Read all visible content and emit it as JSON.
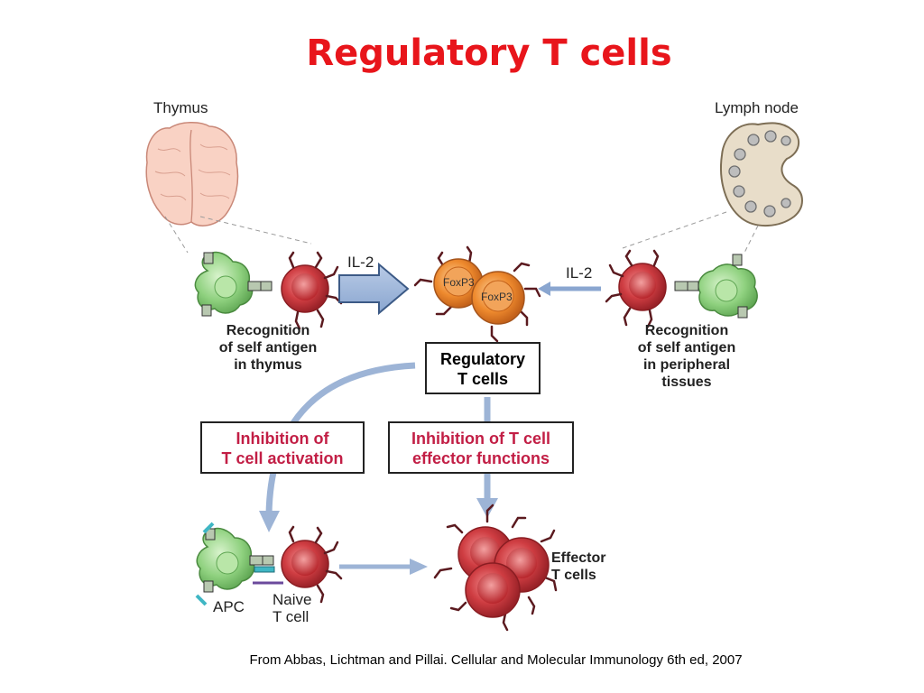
{
  "title": "Regulatory T cells",
  "labels": {
    "thymus": "Thymus",
    "lymph_node": "Lymph node",
    "il2_left": "IL-2",
    "il2_right": "IL-2",
    "foxp3_a": "FoxP3",
    "foxp3_b": "FoxP3",
    "recog_thymus": [
      "Recognition",
      "of self antigen",
      "in thymus"
    ],
    "recog_periph": [
      "Recognition",
      "of self antigen",
      "in peripheral",
      "tissues"
    ],
    "treg_box": [
      "Regulatory",
      "T cells"
    ],
    "inhibit_activation": [
      "Inhibition of",
      "T cell activation"
    ],
    "inhibit_effector": [
      "Inhibition of T cell",
      "effector functions"
    ],
    "effector": [
      "Effector",
      "T cells"
    ],
    "apc": "APC",
    "naive": [
      "Naive",
      "T cell"
    ]
  },
  "colors": {
    "title": "#e8151b",
    "arrow_fill": "#9db4d6",
    "apc_green": "#8fd17f",
    "tcell_red": "#c83a3c",
    "treg_orange": "#ee8a2e",
    "inhibit_text": "#c21e45"
  },
  "footer": "From Abbas, Lichtman and Pillai. Cellular and Molecular Immunology 6th ed, 2007"
}
